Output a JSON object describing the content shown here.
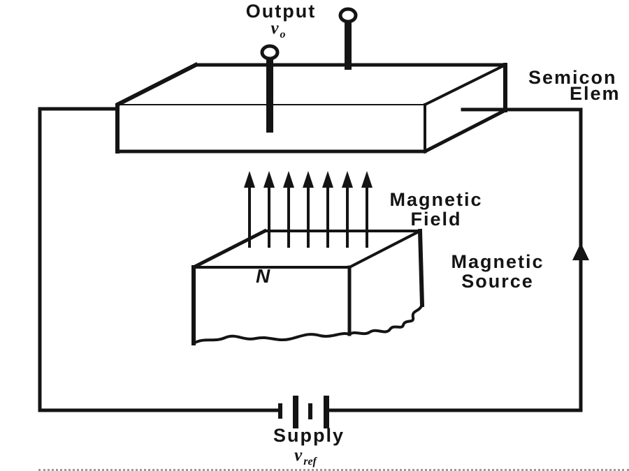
{
  "colors": {
    "ink": "#141414",
    "background": "#ffffff"
  },
  "diagram": {
    "output": {
      "label": "Output",
      "voltage_symbol": "v",
      "voltage_subscript": "o"
    },
    "semiconductor_element": {
      "label_line1": "Semicon",
      "label_line2": "Elem"
    },
    "magnetic_field": {
      "label_line1": "Magnetic",
      "label_line2": "Field",
      "arrow_count": 7
    },
    "magnetic_source": {
      "label_line1": "Magnetic",
      "label_line2": "Source",
      "pole_label": "N"
    },
    "supply": {
      "label": "Supply",
      "voltage_symbol": "v",
      "voltage_subscript": "ref"
    }
  }
}
